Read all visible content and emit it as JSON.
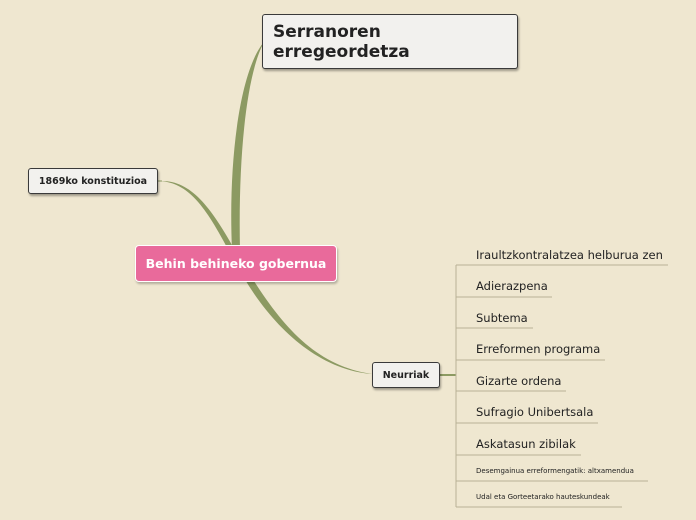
{
  "mindmap": {
    "central": {
      "label": "Behin behineko gobernua",
      "color": "#e96a9b"
    },
    "title_node": {
      "label": "Serranoren erregeordetza"
    },
    "left_node": {
      "label": "1869ko konstituzioa"
    },
    "neurriak": {
      "label": "Neurriak",
      "children": [
        "Iraultzkontralatzea helburua zen",
        "Adierazpena",
        "Subtema",
        "Erreformen programa",
        "Gizarte ordena",
        "Sufragio Unibertsala",
        "Askatasun zibilak",
        "Desemgainua erreformengatik: altxamendua",
        "Udal eta Gorteetarako hauteskundeak"
      ]
    }
  },
  "colors": {
    "background": "#efe7d0",
    "branch": "#8c9a62",
    "leaf_line": "#b9b296"
  }
}
